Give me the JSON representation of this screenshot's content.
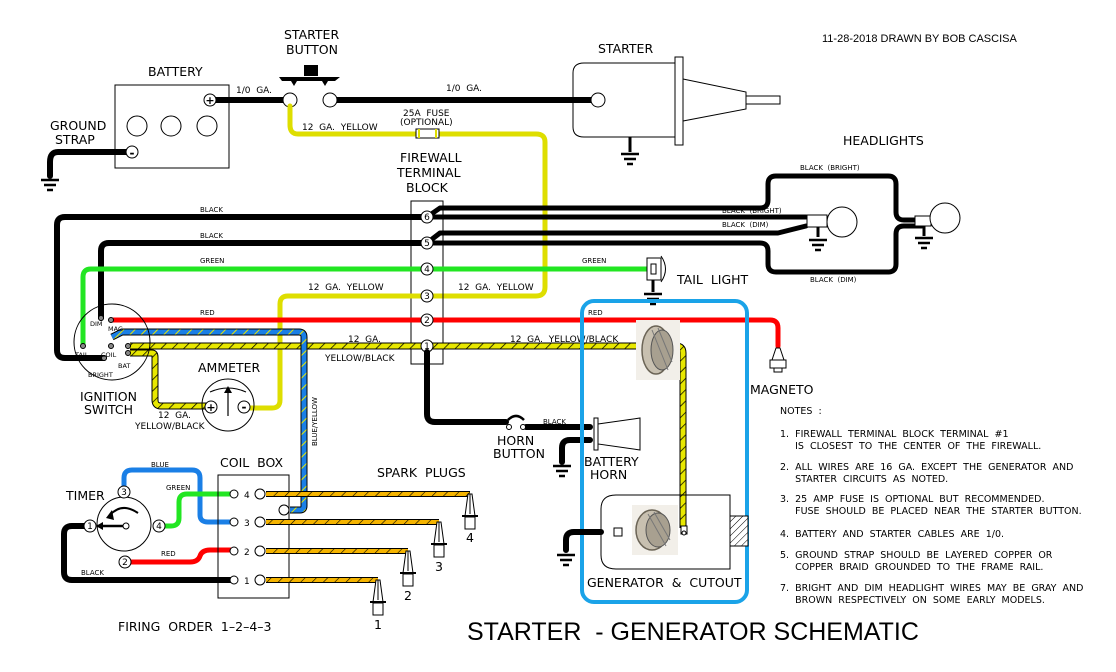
{
  "header": {
    "credit": "11-28-2018 DRAWN BY BOB CASCISA",
    "title": "STARTER  - GENERATOR SCHEMATIC"
  },
  "components": {
    "battery": "BATTERY",
    "ground_strap": [
      "GROUND",
      "STRAP"
    ],
    "starter_button": [
      "STARTER",
      "BUTTON"
    ],
    "starter": "STARTER",
    "fuse": [
      "25A  FUSE",
      "(OPTIONAL)"
    ],
    "firewall_block": [
      "FIREWALL",
      "TERMINAL",
      "BLOCK"
    ],
    "headlights": "HEADLIGHTS",
    "tail_light": "TAIL  LIGHT",
    "magneto": "MAGNETO",
    "ignition_switch": [
      "IGNITION",
      "SWITCH"
    ],
    "ammeter": "AMMETER",
    "horn_button": [
      "HORN",
      "BUTTON"
    ],
    "battery_horn": [
      "BATTERY",
      "HORN"
    ],
    "generator": "GENERATOR  &  CUTOUT",
    "coil_box": "COIL  BOX",
    "timer": "TIMER",
    "spark_plugs": "SPARK  PLUGS",
    "firing_order": "FIRING  ORDER  1–2–4–3"
  },
  "terminals": {
    "battery_pos": "+",
    "battery_neg": "-",
    "ammeter_pos": "+",
    "ammeter_neg": "-",
    "firewall": [
      "6",
      "5",
      "4",
      "3",
      "2",
      "1"
    ],
    "ignition": [
      "DIM",
      "MAG",
      "TAIL",
      "COIL",
      "BAT",
      "BRIGHT"
    ],
    "timer": [
      "1",
      "2",
      "3",
      "4"
    ],
    "coil": [
      "4",
      "3",
      "2",
      "1"
    ],
    "plugs": [
      "4",
      "3",
      "2",
      "1"
    ]
  },
  "wire_labels": {
    "battery_cable": "1/0  GA.",
    "starter_cable": "1/0  GA.",
    "yellow_12ga": "12  GA.  YELLOW",
    "black_top": "BLACK",
    "black_second": "BLACK",
    "green_left": "GREEN",
    "green_right": "GREEN",
    "yellow_left": "12  GA.  YELLOW",
    "yellow_right": "12  GA.  YELLOW",
    "red_left": "RED",
    "red_right": "RED",
    "ga12": "12  GA.",
    "yellow_black": "YELLOW/BLACK",
    "yellow_black_right": "12  GA.  YELLOW/BLACK",
    "ammeter_ga": "12  GA.",
    "ammeter_yb": "YELLOW/BLACK",
    "blue_yellow": "BLUE/YELLOW",
    "black_bright_top": "BLACK  (BRIGHT)",
    "black_bright": "BLACK  (BRIGHT)",
    "black_dim": "BLACK  (DIM)",
    "black_dim_bottom": "BLACK  (DIM)",
    "horn_black_left": "BLACK",
    "horn_black_right": "BLACK",
    "timer_blue": "BLUE",
    "timer_green": "GREEN",
    "timer_red": "RED",
    "timer_black": "BLACK"
  },
  "notes": {
    "heading": "NOTES  :",
    "items": [
      [
        "1.  FIREWALL  TERMINAL  BLOCK  TERMINAL  #1",
        "     IS  CLOSEST  TO  THE  CENTER  OF  THE  FIREWALL."
      ],
      [
        "2.  ALL  WIRES  ARE  16  GA.  EXCEPT  THE  GENERATOR  AND",
        "     STARTER  CIRCUITS  AS  NOTED."
      ],
      [
        "3.  25  AMP  FUSE  IS  OPTIONAL  BUT  RECOMMENDED.",
        "     FUSE  SHOULD  BE  PLACED  NEAR  THE  STARTER  BUTTON."
      ],
      [
        "4.  BATTERY  AND  STARTER  CABLES  ARE  1/0."
      ],
      [
        "5.  GROUND  STRAP  SHOULD  BE  LAYERED  COPPER  OR",
        "     COPPER  BRAID  GROUNDED  TO  THE  FRAME  RAIL."
      ],
      [
        "7.  BRIGHT  AND  DIM  HEADLIGHT  WIRES  MAY  BE  GRAY  AND",
        "     BROWN  RESPECTIVELY  ON  SOME  EARLY  MODELS."
      ]
    ]
  },
  "colors": {
    "black": "#000000",
    "green": "#22e622",
    "red": "#ff0000",
    "yellow": "#dede00",
    "blue": "#1a7fe6",
    "orange": "#f5b400",
    "highlight": "#1aa3e8"
  }
}
